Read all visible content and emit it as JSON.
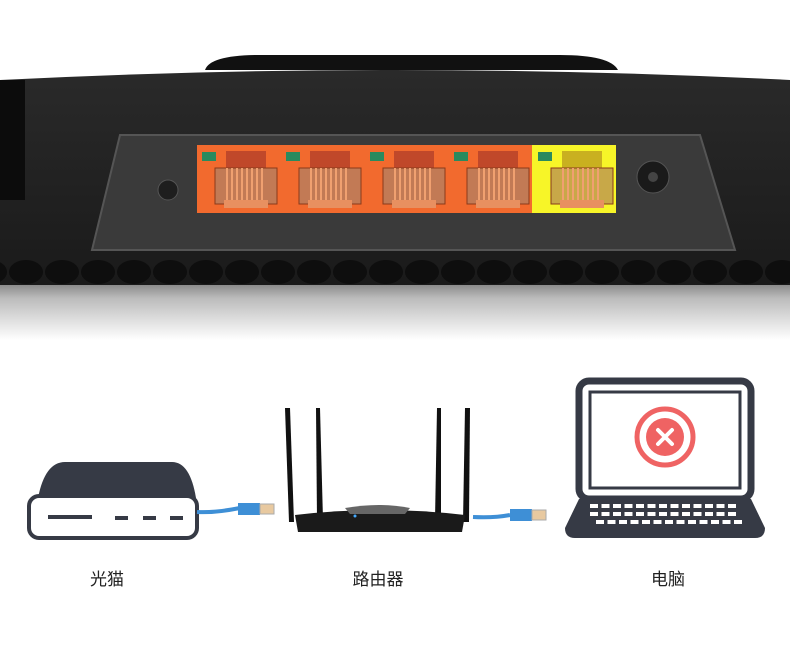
{
  "colors": {
    "lan_port_highlight": "#f26a2e",
    "wan_port_highlight": "#f7f528",
    "port_led": "#2a8a5e",
    "device_dark": "#363a45",
    "cable": "#3e8fd6",
    "error_icon": "#ef6363"
  },
  "back_panel": {
    "lan_ports": 4,
    "wan_ports": 1
  },
  "diagram": {
    "devices": [
      {
        "label": "光猫",
        "icon": "modem-icon"
      },
      {
        "label": "路由器",
        "icon": "router-icon"
      },
      {
        "label": "电脑",
        "icon": "laptop-icon",
        "status_icon": "error-x-icon"
      }
    ]
  }
}
